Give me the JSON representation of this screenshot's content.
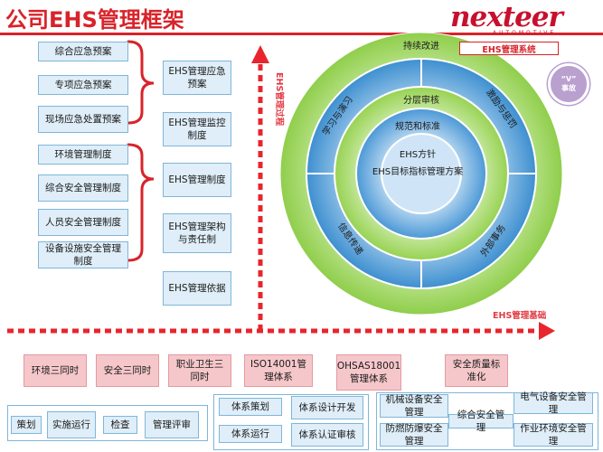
{
  "header": {
    "title": "公司EHS管理框架",
    "logo_text": "nexteer",
    "logo_sub": "AUTOMOTIVE"
  },
  "left_column": [
    "综合应急预案",
    "专项应急预案",
    "现场应急处置预案",
    "环境管理制度",
    "综合安全管理制度",
    "人员安全管理制度",
    "设备设施安全管理制度"
  ],
  "middle_column": [
    "EHS管理应急预案",
    "EHS管理监控制度",
    "EHS管理制度",
    "EHS管理架构与责任制",
    "EHS管理依据"
  ],
  "vertical_axis_label": "EHS管理过程",
  "horizontal_axis_label": "EHS管理基础",
  "ehs_system_label": "EHS管理系统",
  "side_badge": {
    "line1": "“V”",
    "line2": "事故"
  },
  "rings": {
    "top": "持续改进",
    "learn": "学习与演习",
    "incentive": "激励与惩罚",
    "info": "信息传递",
    "external": "外部事务",
    "layer_review": "分层审核",
    "standard": "规范和标准",
    "policy": "EHS方针",
    "goal": "EHS目标指标管理方案"
  },
  "bottom_pink": [
    "环境三同时",
    "安全三同时",
    "职业卫生三同时",
    "ISO14001管理体系",
    "OHSAS18001管理体系",
    "安全质量标准化"
  ],
  "bottom_group1": [
    "策划",
    "实施运行",
    "检查",
    "管理评审"
  ],
  "bottom_group2": [
    "体系策划",
    "体系设计开发",
    "体系运行",
    "体系认证审核"
  ],
  "bottom_group3": [
    "机械设备安全管理",
    "电气设备安全管理",
    "综合安全管理",
    "防燃防爆安全管理",
    "作业环境安全管理"
  ],
  "colors": {
    "brand_red": "#d8232a",
    "ring_green": "#9fd65a",
    "ring_blue": "#3b8ed0",
    "box_blue": "#dfeef8",
    "pink": "#f6c7ca"
  }
}
